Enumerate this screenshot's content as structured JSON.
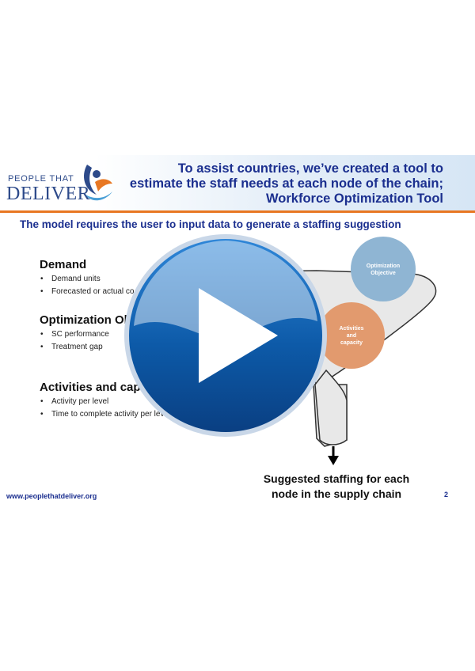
{
  "header": {
    "logo_top": "PEOPLE THAT",
    "logo_main": "DELIVER",
    "title_lines": [
      "To assist countries, we’ve created a tool to",
      "estimate the staff needs at each node of the chain;",
      "Workforce Optimization Tool"
    ]
  },
  "subtitle": "The model requires the user to input data to generate a staffing suggestion",
  "sections": [
    {
      "heading": "Demand",
      "bullets": [
        "Demand units",
        "Forecasted or actual co"
      ]
    },
    {
      "heading": "Optimization Ol",
      "bullets": [
        "SC performance",
        "Treatment gap"
      ]
    },
    {
      "heading": "Activities and capa",
      "bullets": [
        "Activity per level",
        "Time to complete activity per level"
      ]
    }
  ],
  "funnel": {
    "circle_top": [
      "Optimization",
      "Objective"
    ],
    "circle_mid": [
      "Activities",
      "and",
      "capacity"
    ]
  },
  "caption": [
    "Suggested staffing for each",
    "node in the supply chain"
  ],
  "footer": {
    "url": "www.peoplethatdeliver.org",
    "page": "2"
  },
  "colors": {
    "title_blue": "#1b2f8f",
    "accent_orange": "#e87722",
    "circle_blue": "#8fb5d3",
    "circle_orange": "#e29a6e",
    "play_blue": "#0d5aa8"
  },
  "icons": {
    "play": "play-icon",
    "logo": "people-that-deliver-logo-icon",
    "arrow": "arrow-down-icon"
  }
}
